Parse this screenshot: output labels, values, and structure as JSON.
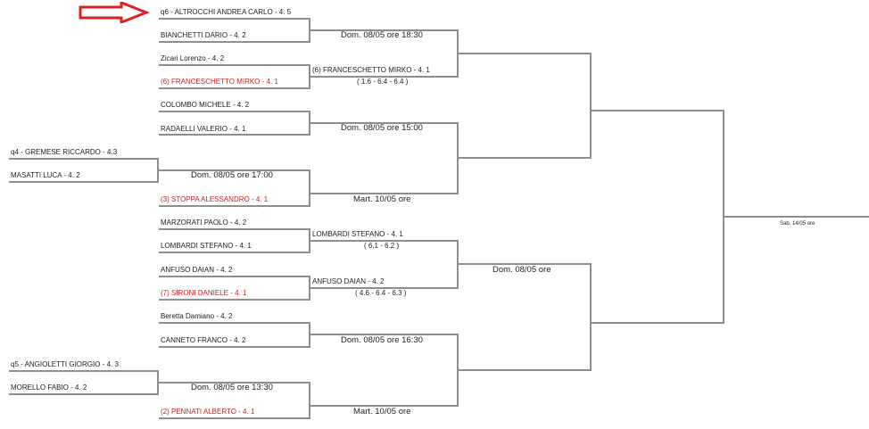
{
  "colors": {
    "line": "#8e8e8e",
    "text": "#222222",
    "seed": "#cc2222",
    "arrow": "#e02020"
  },
  "icons": {
    "arrow": "right-arrow-icon"
  },
  "players": {
    "altrocchi": "q6 - ALTROCCHI ANDREA CARLO - 4. 5",
    "bianchetti": "BIANCHETTI DARIO - 4. 2",
    "zicari": "Zicari Lorenzo - 4. 2",
    "franceschetto": "(6) FRANCESCHETTO MIRKO - 4. 1",
    "colombo": "COLOMBO MICHELE - 4. 2",
    "radaelli": "RADAELLI VALERIO - 4. 1",
    "gremese": "q4 - GREMESE RICCARDO - 4.3",
    "masatti": "MASATTI LUCA - 4. 2",
    "stoppa": "(3) STOPPA ALESSANDRO - 4. 1",
    "marzorati": "MARZORATI PAOLO - 4. 2",
    "lombardi": "LOMBARDI STEFANO - 4. 1",
    "anfuso": "ANFUSO DAIAN - 4. 2",
    "sironi": "(7) SIRONI DANIELE - 4. 1",
    "beretta": "Beretta Damiano - 4. 2",
    "canneto": "CANNETO FRANCO - 4. 2",
    "angioletti": "q5 - ANGIOLETTI GIORGIO - 4. 3",
    "morello": "MORELLO FABIO - 4. 2",
    "pennati": "(2) PENNATI ALBERTO - 4. 1"
  },
  "round2": {
    "m1_schedule": "Dom. 08/05 ore 18:30",
    "m2_winner": "(6) FRANCESCHETTO MIRKO - 4. 1",
    "m2_score": "( 1.6 - 6.4 - 6.4 )",
    "m3_schedule": "Dom. 08/05 ore 15:00",
    "m4_schedule": "Mart. 10/05 ore",
    "m5_winner": "LOMBARDI STEFANO - 4. 1",
    "m5_score": "( 6.1 - 6.2 )",
    "m6_winner": "ANFUSO DAIAN - 4. 2",
    "m6_score": "( 4.6 - 6.4 - 6.3 )",
    "m7_schedule": "Dom. 08/05 ore 16:30",
    "m8_schedule": "Mart. 10/05 ore"
  },
  "round1": {
    "q_top_schedule": "Dom. 08/05 ore 17:00",
    "q_bottom_schedule": "Dom. 08/05 ore 13:30"
  },
  "semis": {
    "bottom_schedule": "Dom. 08/05 ore"
  },
  "final": {
    "schedule": "Sab. 14/05 ore"
  }
}
